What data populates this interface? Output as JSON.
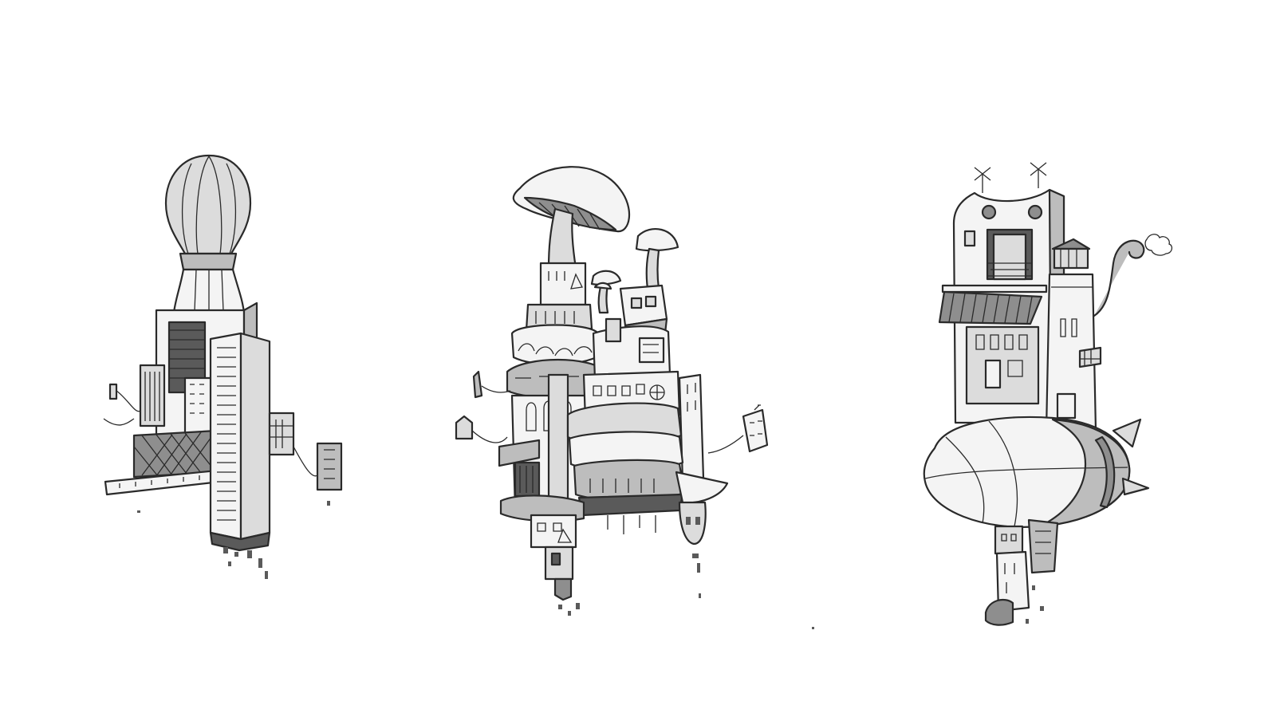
{
  "illustration": {
    "background": "#ffffff",
    "ink_color": "#2a2a2a",
    "shade_colors": [
      "#f4f4f4",
      "#dcdcdc",
      "#bdbdbd",
      "#8e8e8e",
      "#5a5a5a"
    ],
    "subjects": [
      "balloon-skyscraper-city",
      "mushroom-castle-city",
      "airship-tower-city"
    ]
  }
}
